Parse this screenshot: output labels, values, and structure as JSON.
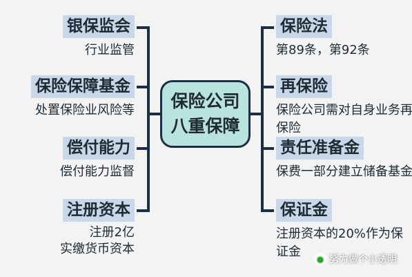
{
  "center": {
    "line1": "保险公司",
    "line2": "八重保障"
  },
  "left": [
    {
      "title": "银保监会",
      "desc": [
        "行业监管"
      ]
    },
    {
      "title": "保险保障基金",
      "desc": [
        "处置保险业风险等"
      ]
    },
    {
      "title": "偿付能力",
      "desc": [
        "偿付能力监督"
      ]
    },
    {
      "title": "注册资本",
      "desc": [
        "注册2亿",
        "实缴货币资本"
      ]
    }
  ],
  "right": [
    {
      "title": "保险法",
      "desc": "第89条，第92条"
    },
    {
      "title": "再保险",
      "desc": "保险公司需对自身业务再保险"
    },
    {
      "title": "责任准备金",
      "desc": "保费一部分建立储备基金"
    },
    {
      "title": "保证金",
      "desc": "注册资本的20%作为保证金"
    }
  ],
  "watermark": {
    "text": "努力做个小透明",
    "icon": "wechat-icon"
  },
  "colors": {
    "center_fill": "#b9e3df",
    "title_fill": "#c9d7e8",
    "line": "#1b2f44"
  }
}
